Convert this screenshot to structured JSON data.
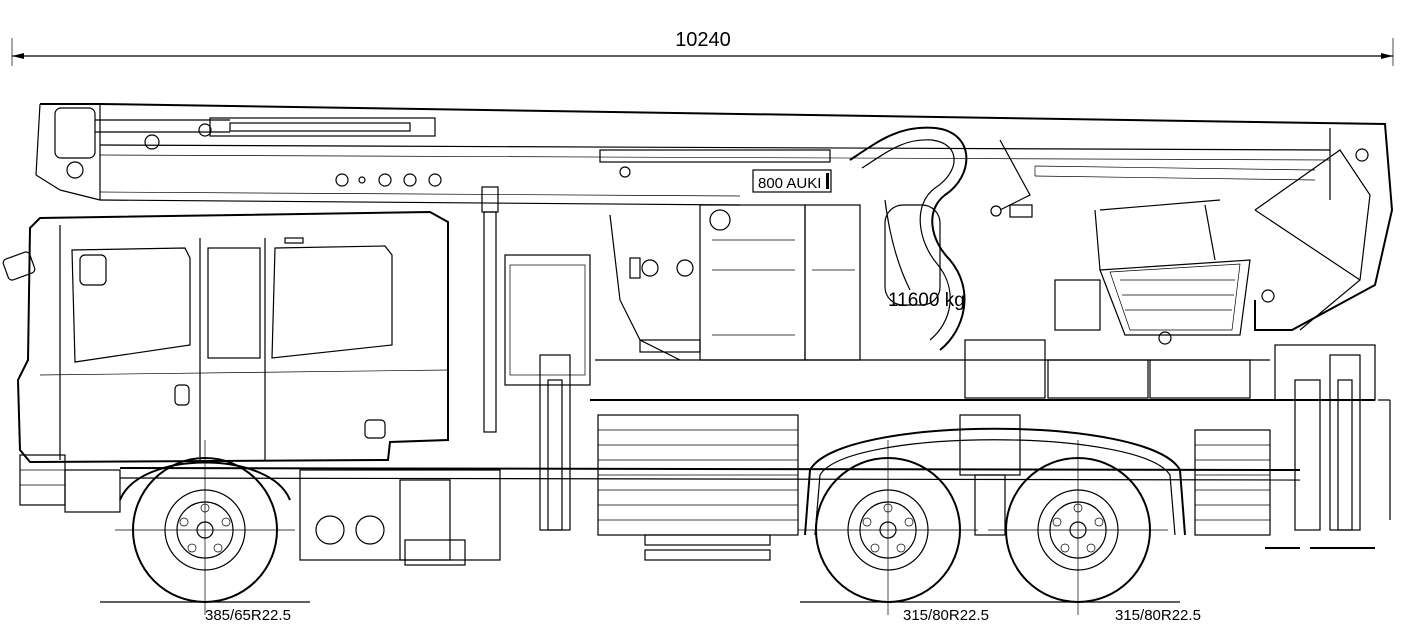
{
  "dimensions": {
    "overall_length": "10240"
  },
  "labels": {
    "boom_model": "800 AUKI",
    "weight": "11600 kg"
  },
  "tyres": {
    "front": "385/65R22.5",
    "rear_1": "315/80R22.5",
    "rear_2": "315/80R22.5"
  },
  "colors": {
    "line": "#000000",
    "background": "#ffffff"
  }
}
